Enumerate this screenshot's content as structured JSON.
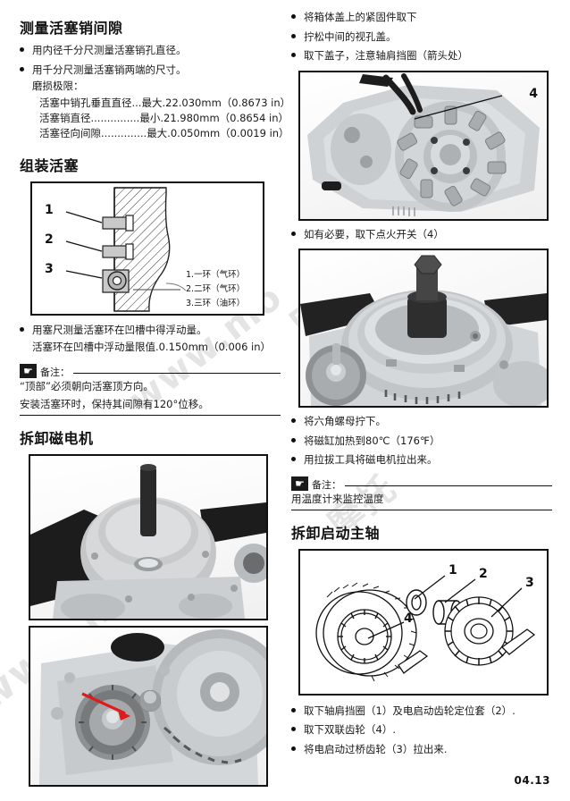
{
  "page": {
    "number": "04.13"
  },
  "watermark": {
    "line1": "www.mo",
    "line2": "摩",
    "line3": "www.mo",
    "line4": "摩托"
  },
  "left_column": {
    "section1": {
      "heading": "测量活塞销间隙",
      "bullets": [
        "用内径千分尺测量活塞销孔直径。",
        "用千分尺测量活塞销两端的尺寸。"
      ],
      "sub_label": "磨损极限：",
      "specs": [
        {
          "name": "活塞中销孔垂直直径",
          "dots": "...",
          "value": "最大.22.030mm（0.8673 in）"
        },
        {
          "name": "活塞销直径",
          "dots": "...............",
          "value": "最小.21.980mm（0.8654 in）"
        },
        {
          "name": "活塞径向间隙",
          "dots": "..............",
          "value": "最大.0.050mm（0.0019 in）"
        }
      ]
    },
    "section2": {
      "heading": "组装活塞",
      "figure": {
        "callouts": [
          "1",
          "2",
          "3"
        ],
        "legend": [
          "1.一环（气环）",
          "2.二环（气环）",
          "3.三环（油环）"
        ]
      },
      "bullets": [
        "用塞尺测量活塞环在凹槽中得浮动量。"
      ],
      "sub_line": "活塞环在凹槽中浮动量限值.0.150mm（0.006 in）",
      "note": {
        "title": "备注：",
        "body_lines": [
          "“顶部”必须朝向活塞顶方向。",
          "安装活塞环时，保持其间隙有120°位移。"
        ]
      }
    },
    "section3": {
      "heading": "拆卸磁电机",
      "photo1_name": "engine-case-with-holder-tool",
      "photo2_name": "flywheel-and-starter-gears-with-arrow"
    }
  },
  "right_column": {
    "section1": {
      "bullets": [
        "将箱体盖上的紧固件取下",
        "拧松中间的视孔盖。",
        "取下盖子，注意轴肩挡圈（箭头处）"
      ],
      "photo1_name": "crankcase-cover-stator-photo",
      "photo1_callout": "4",
      "bullet_after": "如有必要，取下点火开关（4）",
      "photo2_name": "flywheel-puller-tool-photo",
      "bullets2": [
        "将六角螺母拧下。",
        "将磁缸加热到80℃（176℉）",
        "用拉拔工具将磁电机拉出来。"
      ],
      "note": {
        "title": "备注：",
        "body_lines": [
          "用温度计来监控温度"
        ]
      }
    },
    "section2": {
      "heading": "拆卸启动主轴",
      "figure": {
        "callouts": [
          "1",
          "2",
          "3",
          "4"
        ]
      },
      "bullets": [
        "取下轴肩挡圈（1）及电启动齿轮定位套（2）.",
        "取下双联齿轮（4）.",
        "将电启动过桥齿轮（3）拉出来."
      ]
    }
  }
}
